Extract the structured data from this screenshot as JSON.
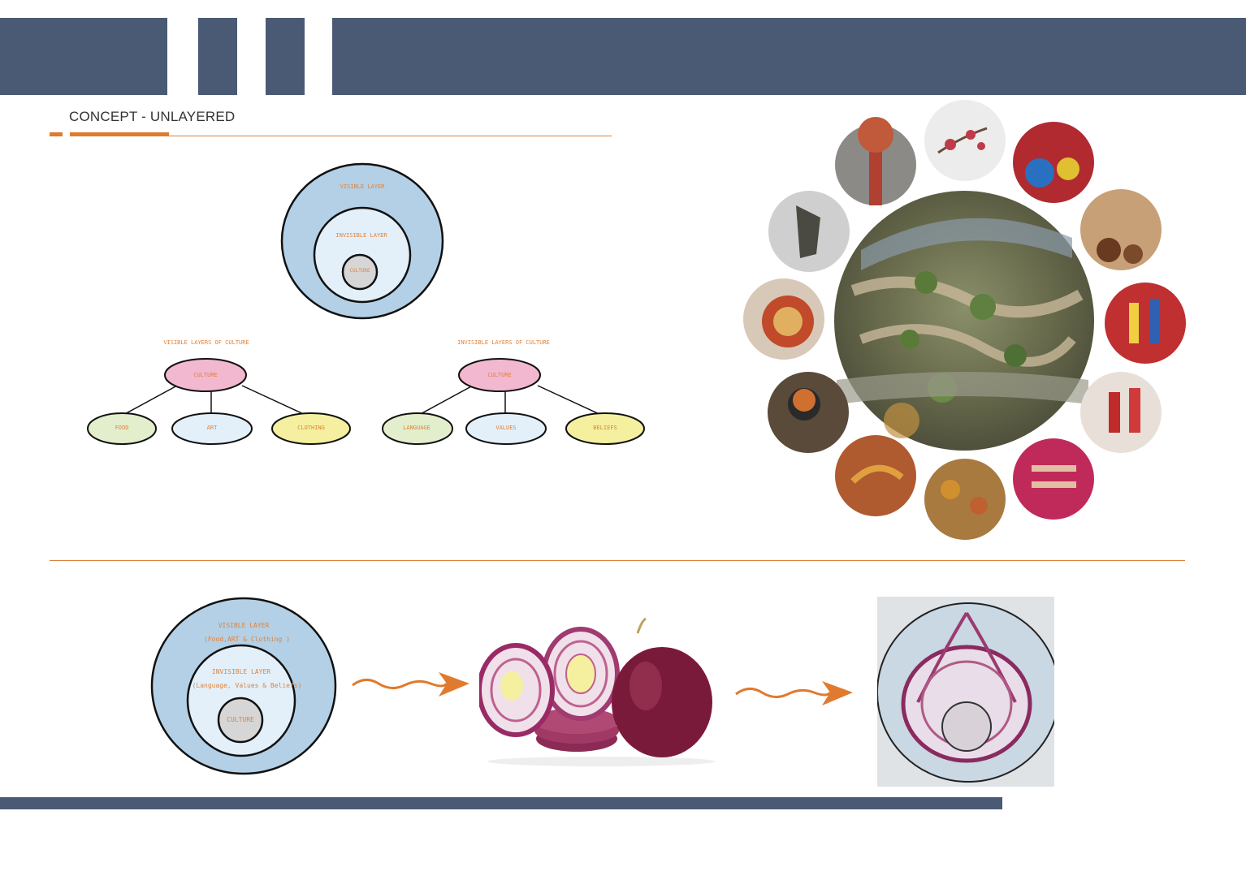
{
  "header": {
    "title": "CONCEPT - UNLAYERED"
  },
  "top_diagram": {
    "outer_label": "VISIBLE LAYER",
    "middle_label": "INVISIBLE LAYER",
    "core_label": "CULTURE"
  },
  "visible_tree": {
    "heading": "VISIBLE LAYERS OF CULTURE",
    "root": "CULTURE",
    "children": [
      "FOOD",
      "ART",
      "CLOTHING"
    ]
  },
  "invisible_tree": {
    "heading": "INVISIBLE LAYERS OF CULTURE",
    "root": "CULTURE",
    "children": [
      "LANGUAGE",
      "VALUES",
      "BELIEFS"
    ]
  },
  "bottom_diagram": {
    "outer_label": "VISIBLE LAYER",
    "outer_sub": "(Food,ART & Clothing )",
    "middle_label": "INVISIBLE LAYER",
    "middle_sub": "(Language, Values & Beliefs)",
    "core_label": "CULTURE"
  },
  "photo_collage": {
    "center_icon": "landscape-park-photo",
    "ring_icons": [
      "dance-sculpture-photo",
      "cherry-blossom-photo",
      "festival-fans-photo",
      "drummers-photo",
      "folk-costume-photo",
      "masked-dancers-photo",
      "bangles-photo",
      "thali-food-photo",
      "street-food-photo",
      "korean-food-photo",
      "noodle-bowl-photo",
      "bronze-statue-photo"
    ]
  },
  "colors": {
    "band": "#4a5a75",
    "accent": "#e07a2e",
    "outer_ring": "#b3d0e6",
    "inner_ring": "#e3f0fa",
    "core": "#d6d6d6",
    "root_node": "#f2b8cf",
    "food_node": "#e3efcc",
    "art_node": "#e3f0fa",
    "clothing_node": "#f5f0a0"
  }
}
